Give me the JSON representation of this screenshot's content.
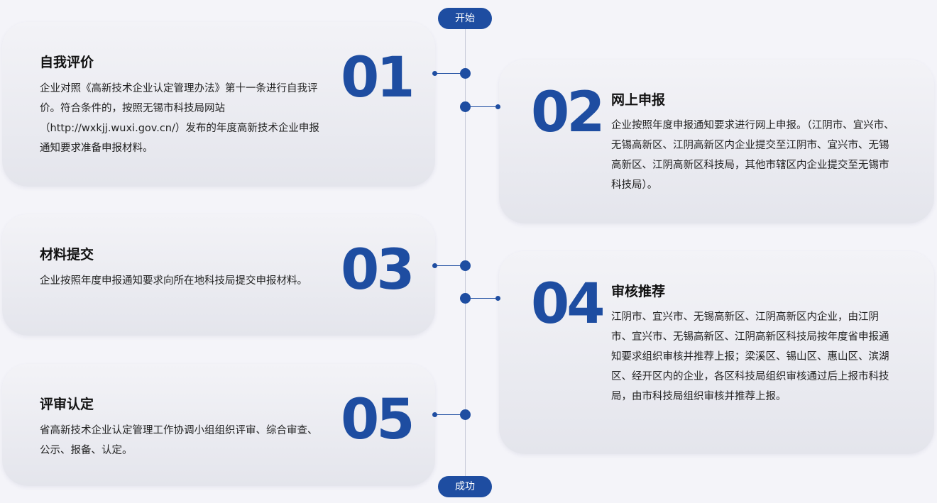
{
  "flow": {
    "start_label": "开始",
    "end_label": "成功"
  },
  "steps": [
    {
      "number": "01",
      "title": "自我评价",
      "description": "企业对照《高新技术企业认定管理办法》第十一条进行自我评价。符合条件的，按照无锡市科技局网站（http://wxkjj.wuxi.gov.cn/）发布的年度高新技术企业申报通知要求准备申报材料。"
    },
    {
      "number": "02",
      "title": "网上申报",
      "description": "企业按照年度申报通知要求进行网上申报。（江阴市、宜兴市、无锡高新区、江阴高新区内企业提交至江阴市、宜兴市、无锡高新区、江阴高新区科技局，其他市辖区内企业提交至无锡市科技局）。"
    },
    {
      "number": "03",
      "title": "材料提交",
      "description": "企业按照年度申报通知要求向所在地科技局提交申报材料。"
    },
    {
      "number": "04",
      "title": "审核推荐",
      "description": "江阴市、宜兴市、无锡高新区、江阴高新区内企业，由江阴市、宜兴市、无锡高新区、江阴高新区科技局按年度省申报通知要求组织审核并推荐上报；梁溪区、锡山区、惠山区、滨湖区、经开区内的企业，各区科技局组织审核通过后上报市科技局，由市科技局组织审核并推荐上报。"
    },
    {
      "number": "05",
      "title": "评审认定",
      "description": "省高新技术企业认定管理工作协调小组组织评审、综合审查、公示、报备、认定。"
    }
  ]
}
